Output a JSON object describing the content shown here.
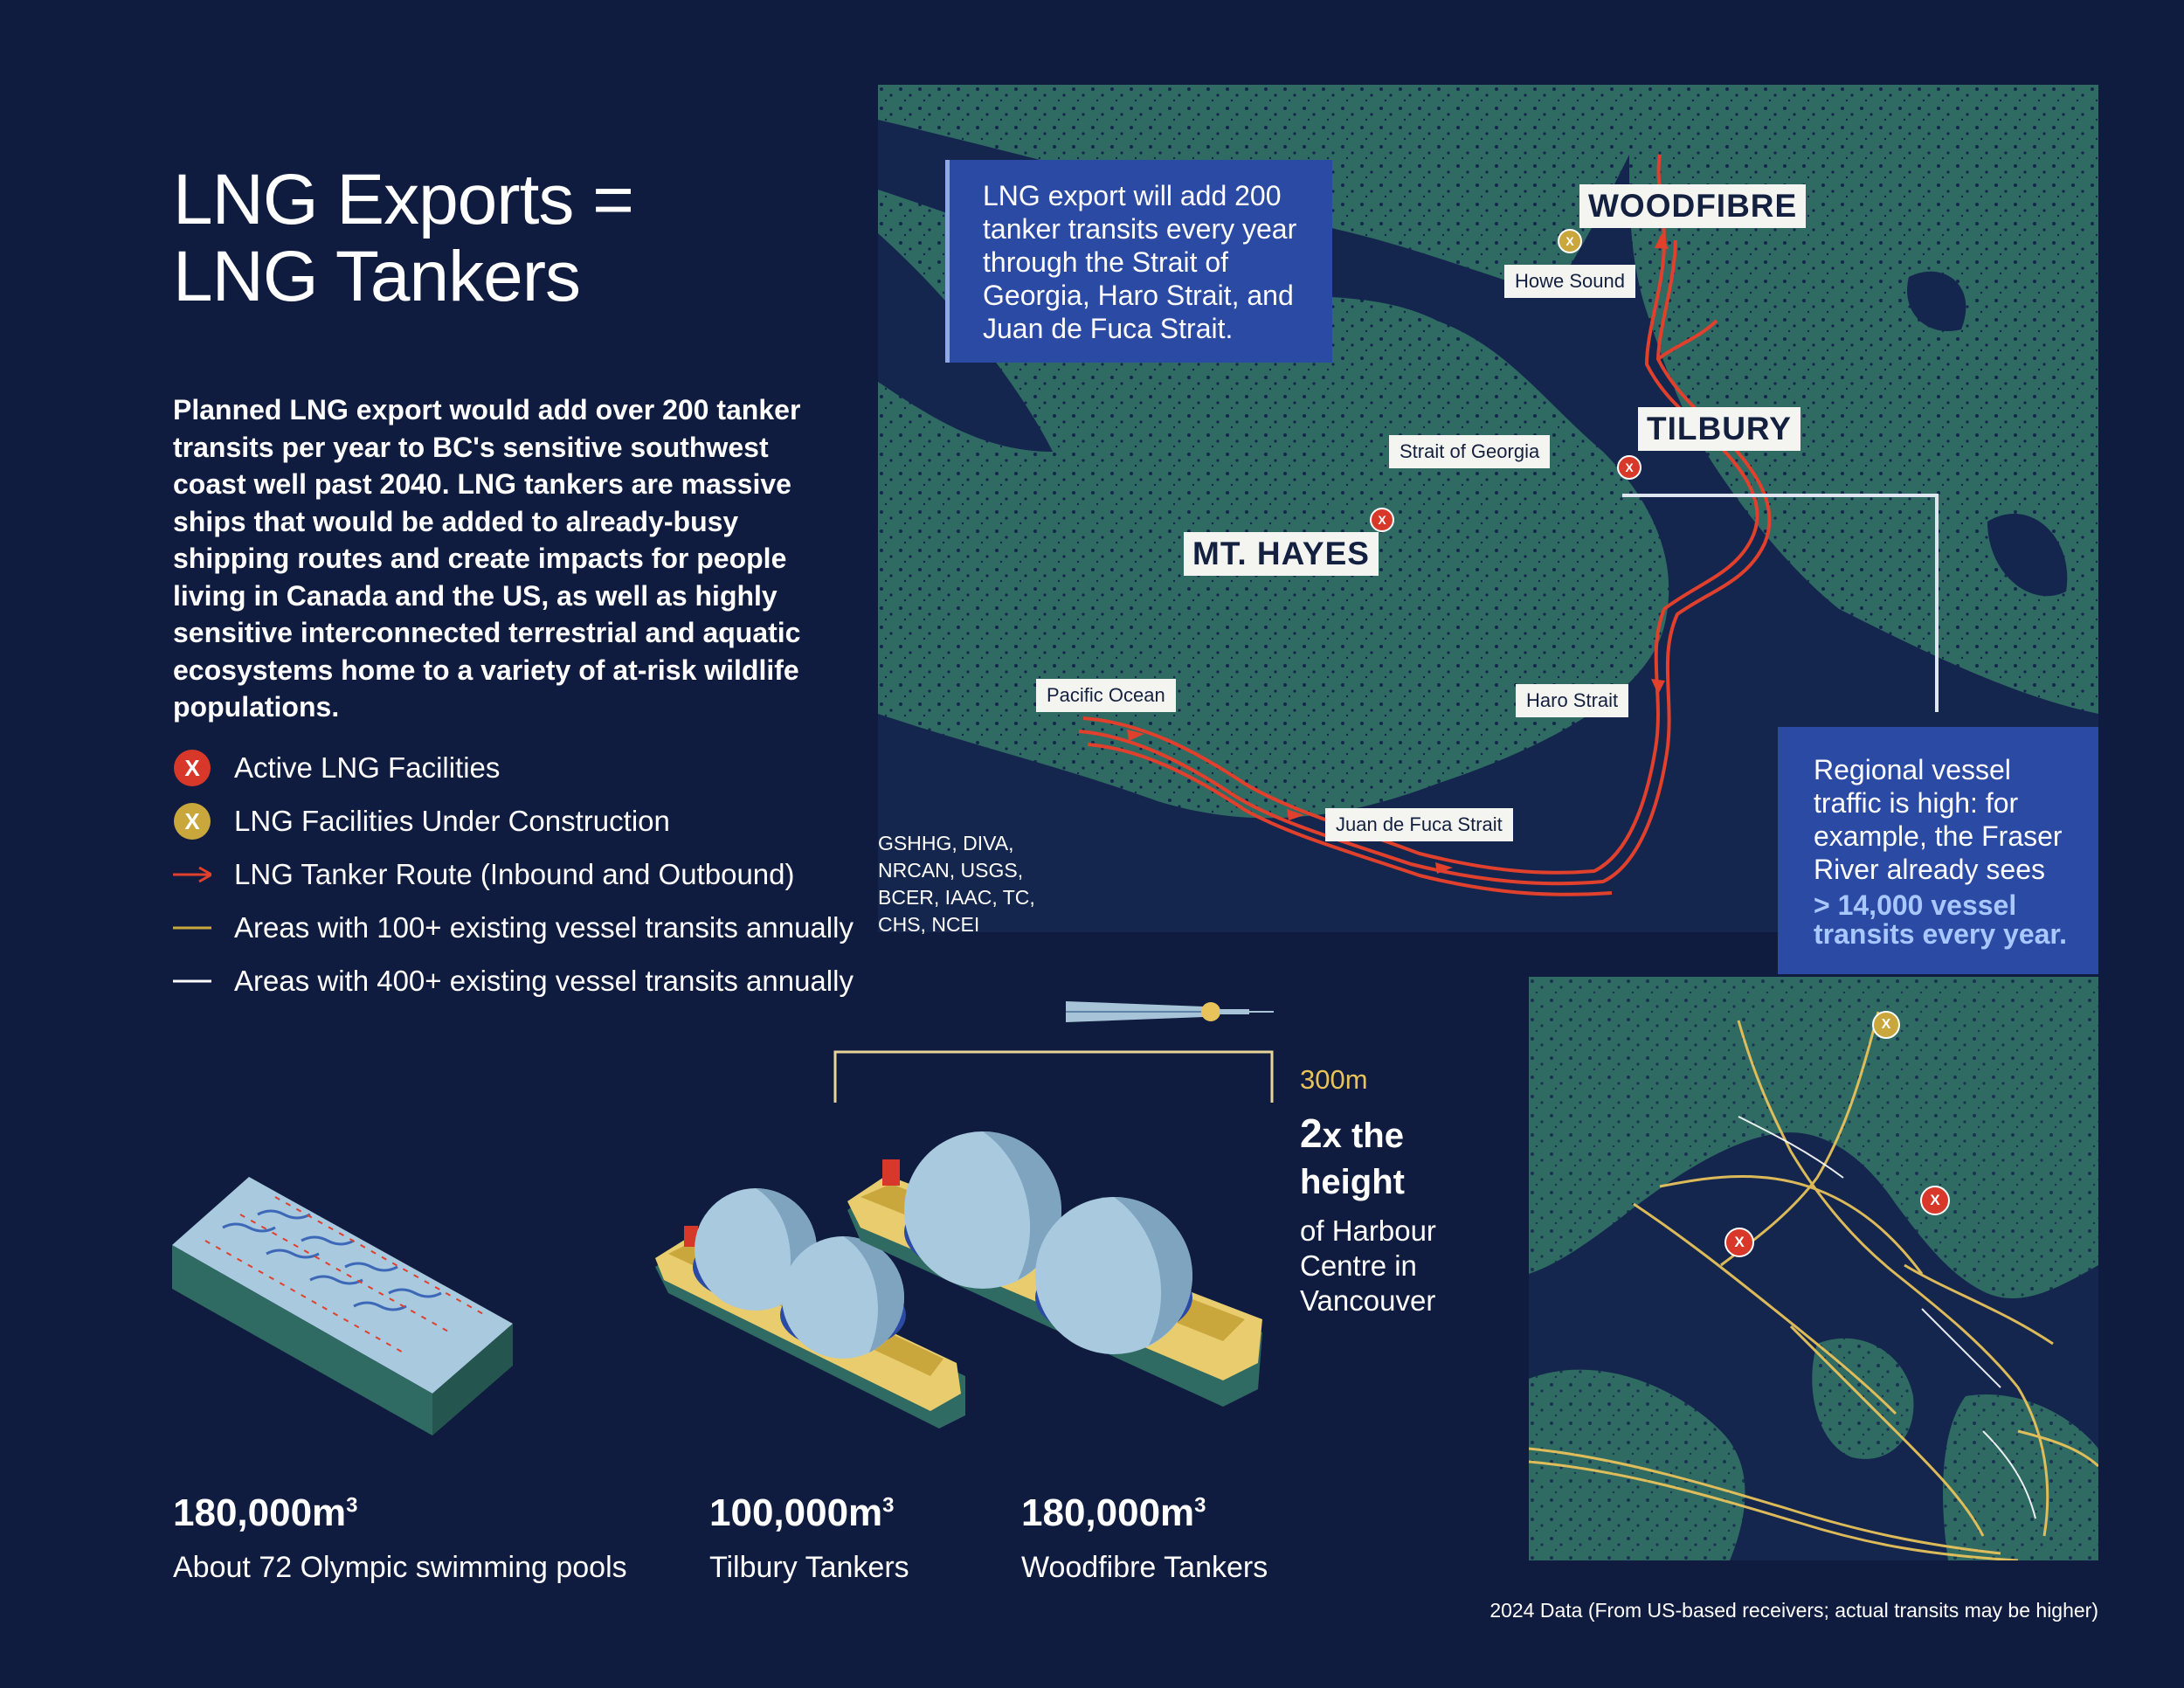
{
  "title": "LNG Exports =\nLNG Tankers",
  "intro": "Planned LNG export would add over 200 tanker transits per year to BC's sensitive southwest coast well past 2040. LNG tankers are massive ships that would be added to already-busy shipping routes and create impacts for people living in Canada and the US, as well as highly sensitive interconnected terrestrial and aquatic ecosystems home to a variety of at-risk wildlife populations.",
  "legend": {
    "active": "Active LNG Facilities",
    "construction": "LNG Facilities Under Construction",
    "route": "LNG Tanker Route (Inbound and Outbound)",
    "transits100": "Areas with 100+ existing vessel transits annually",
    "transits400": "Areas with 400+ existing vessel transits annually",
    "marker_letter": "X"
  },
  "colors": {
    "background": "#101c3f",
    "land": "#2f6a63",
    "water": "#14264d",
    "route": "#e0402c",
    "active": "#d8382a",
    "construction": "#c9a73d",
    "callout": "#2a4aa4",
    "highlight": "#a9c7ff",
    "traffic": "#e8c25a"
  },
  "map": {
    "callout": "LNG export will add 200 tanker transits every year through the Strait of Georgia, Haro Strait, and Juan de Fuca Strait.",
    "labels": {
      "woodfibre": "WOODFIBRE",
      "tilbury": "TILBURY",
      "mt_hayes": "MT. HAYES",
      "howe_sound": "Howe Sound",
      "strait_georgia": "Strait of Georgia",
      "pacific_ocean": "Pacific Ocean",
      "haro_strait": "Haro Strait",
      "juan_de_fuca": "Juan de Fuca Strait"
    },
    "sources": "GSHHG, DIVA,\nNRCAN, USGS,\nBCER, IAAC, TC,\nCHS, NCEI"
  },
  "traffic_callout": {
    "text": "Regional vessel traffic is high: for example, the Fraser River already sees",
    "highlight": "> 14,000 vessel transits every year."
  },
  "height_compare": {
    "measure": "300m",
    "headline_num": "2",
    "headline_rest": "x the\nheight",
    "subtext": "of Harbour\nCentre in\nVancouver"
  },
  "stats": [
    {
      "value": "180,000m",
      "sup": "3",
      "label": "About 72 Olympic swimming pools"
    },
    {
      "value": "100,000m",
      "sup": "3",
      "label": "Tilbury Tankers"
    },
    {
      "value": "180,000m",
      "sup": "3",
      "label": "Woodfibre Tankers"
    }
  ],
  "footnote": "2024 Data (From US-based receivers; actual transits may be higher)"
}
